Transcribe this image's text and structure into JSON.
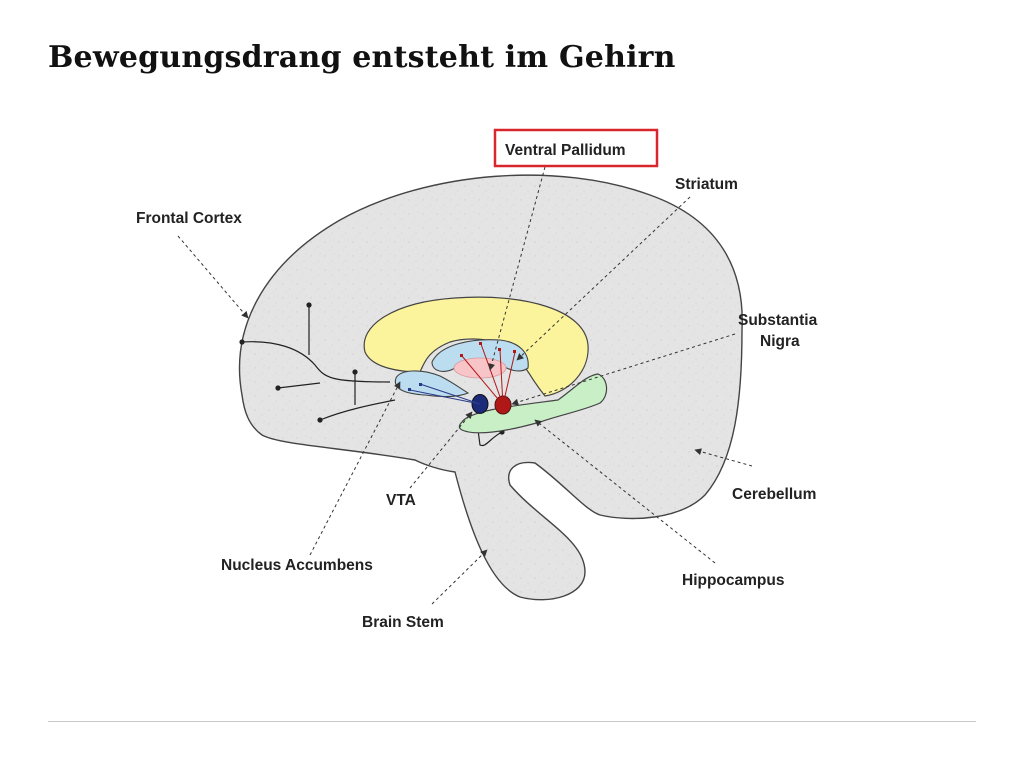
{
  "slide": {
    "title": "Bewegungsdrang entsteht im Gehirn"
  },
  "diagram": {
    "highlighted_label": "Ventral Pallidum",
    "labels": {
      "ventral_pallidum": "Ventral Pallidum",
      "striatum": "Striatum",
      "frontal_cortex": "Frontal Cortex",
      "substantia_nigra_line1": "Substantia",
      "substantia_nigra_line2": "Nigra",
      "cerebellum": "Cerebellum",
      "vta": "VTA",
      "hippocampus": "Hippocampus",
      "nucleus_accumbens": "Nucleus Accumbens",
      "brain_stem": "Brain Stem"
    }
  },
  "colors": {
    "brain_fill": "#e4e4e4",
    "brain_outline": "#444444",
    "striatum_fill": "#fbf49c",
    "accumbens_fill": "#bcdcef",
    "hippocampus_fill": "#c8efc6",
    "pallidum_fill": "#f7c4c8",
    "vta_fill": "#1c2a7a",
    "substantia_nigra_fill": "#b01818",
    "highlight_border": "#d8262c"
  }
}
